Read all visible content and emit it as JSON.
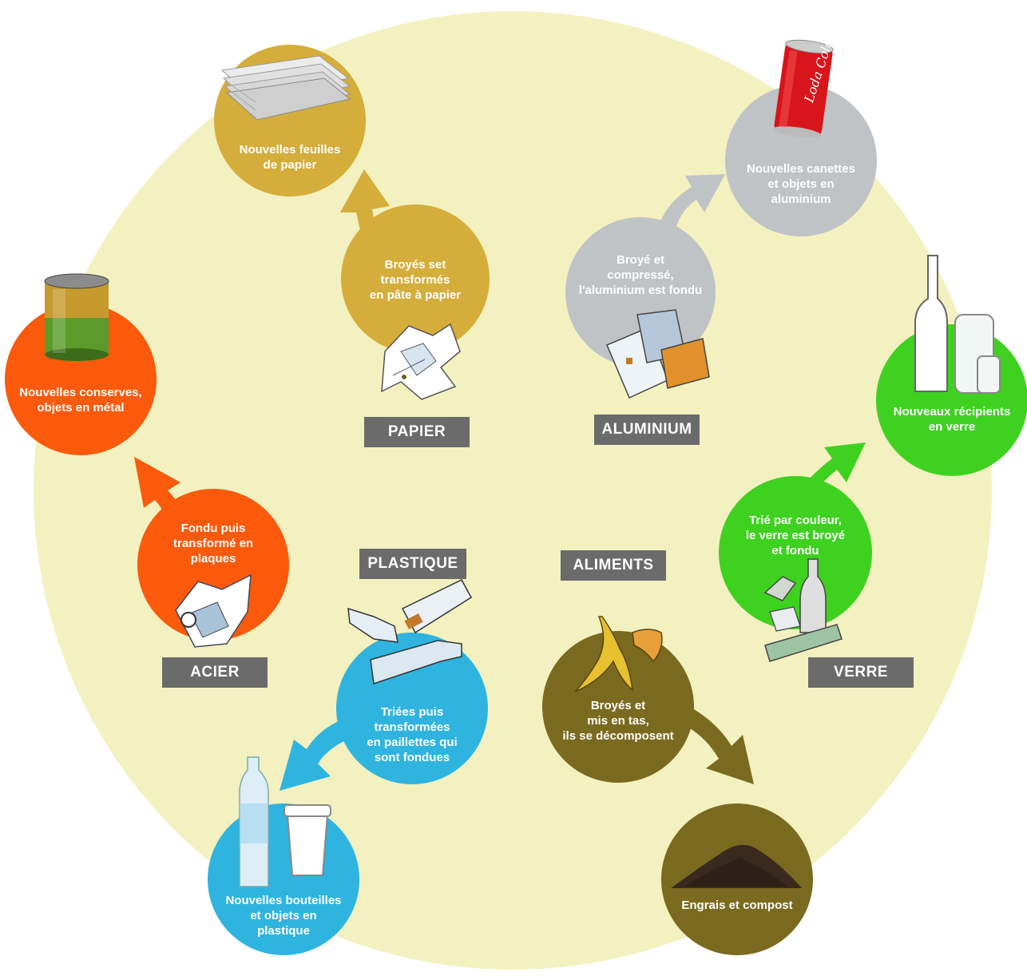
{
  "colors": {
    "background_circle": "#f3f1c0",
    "papier": "#d4ad3a",
    "aluminium": "#bfc3c6",
    "acier": "#fb5a0c",
    "verre": "#3ed120",
    "plastique": "#2eb4de",
    "aliments": "#7a6a1f",
    "label_box": "#6b6b6b"
  },
  "categories": {
    "papier": {
      "label": "PAPIER",
      "process": "Broyés set\ntransformés\nen pâte à papier",
      "product": "Nouvelles feuilles\nde papier",
      "icons": [
        "crumpled-paper-icon",
        "paper-stack-icon"
      ]
    },
    "aluminium": {
      "label": "ALUMINIUM",
      "process": "Broyé et\ncompressé,\nl'aluminium est fondu",
      "product": "Nouvelles canettes\net  objets en\naluminium",
      "icons": [
        "crushed-cans-icon",
        "soda-can-icon"
      ]
    },
    "acier": {
      "label": "ACIER",
      "process": "Fondu puis\ntransformé en\nplaques",
      "product": "Nouvelles conserves,\nobjets en métal",
      "icons": [
        "crushed-steel-can-icon",
        "corn-can-icon"
      ]
    },
    "verre": {
      "label": "VERRE",
      "process": "Trié par couleur,\nle verre est broyé\net fondu",
      "product": "Nouveaux récipients\nen verre",
      "icons": [
        "broken-bottles-icon",
        "glass-bottle-jars-icon"
      ]
    },
    "plastique": {
      "label": "PLASTIQUE",
      "process": "Triées puis\ntransformées\nen paillettes qui\nsont fondues",
      "product": "Nouvelles  bouteilles\net objets en\nplastique",
      "icons": [
        "plastic-bottles-icon",
        "water-bottle-cup-icon"
      ]
    },
    "aliments": {
      "label": "ALIMENTS",
      "process": "Broyés et\nmis en tas,\nils se décomposent",
      "product": "Engrais et compost",
      "icons": [
        "banana-peel-icon",
        "compost-pile-icon"
      ]
    }
  }
}
